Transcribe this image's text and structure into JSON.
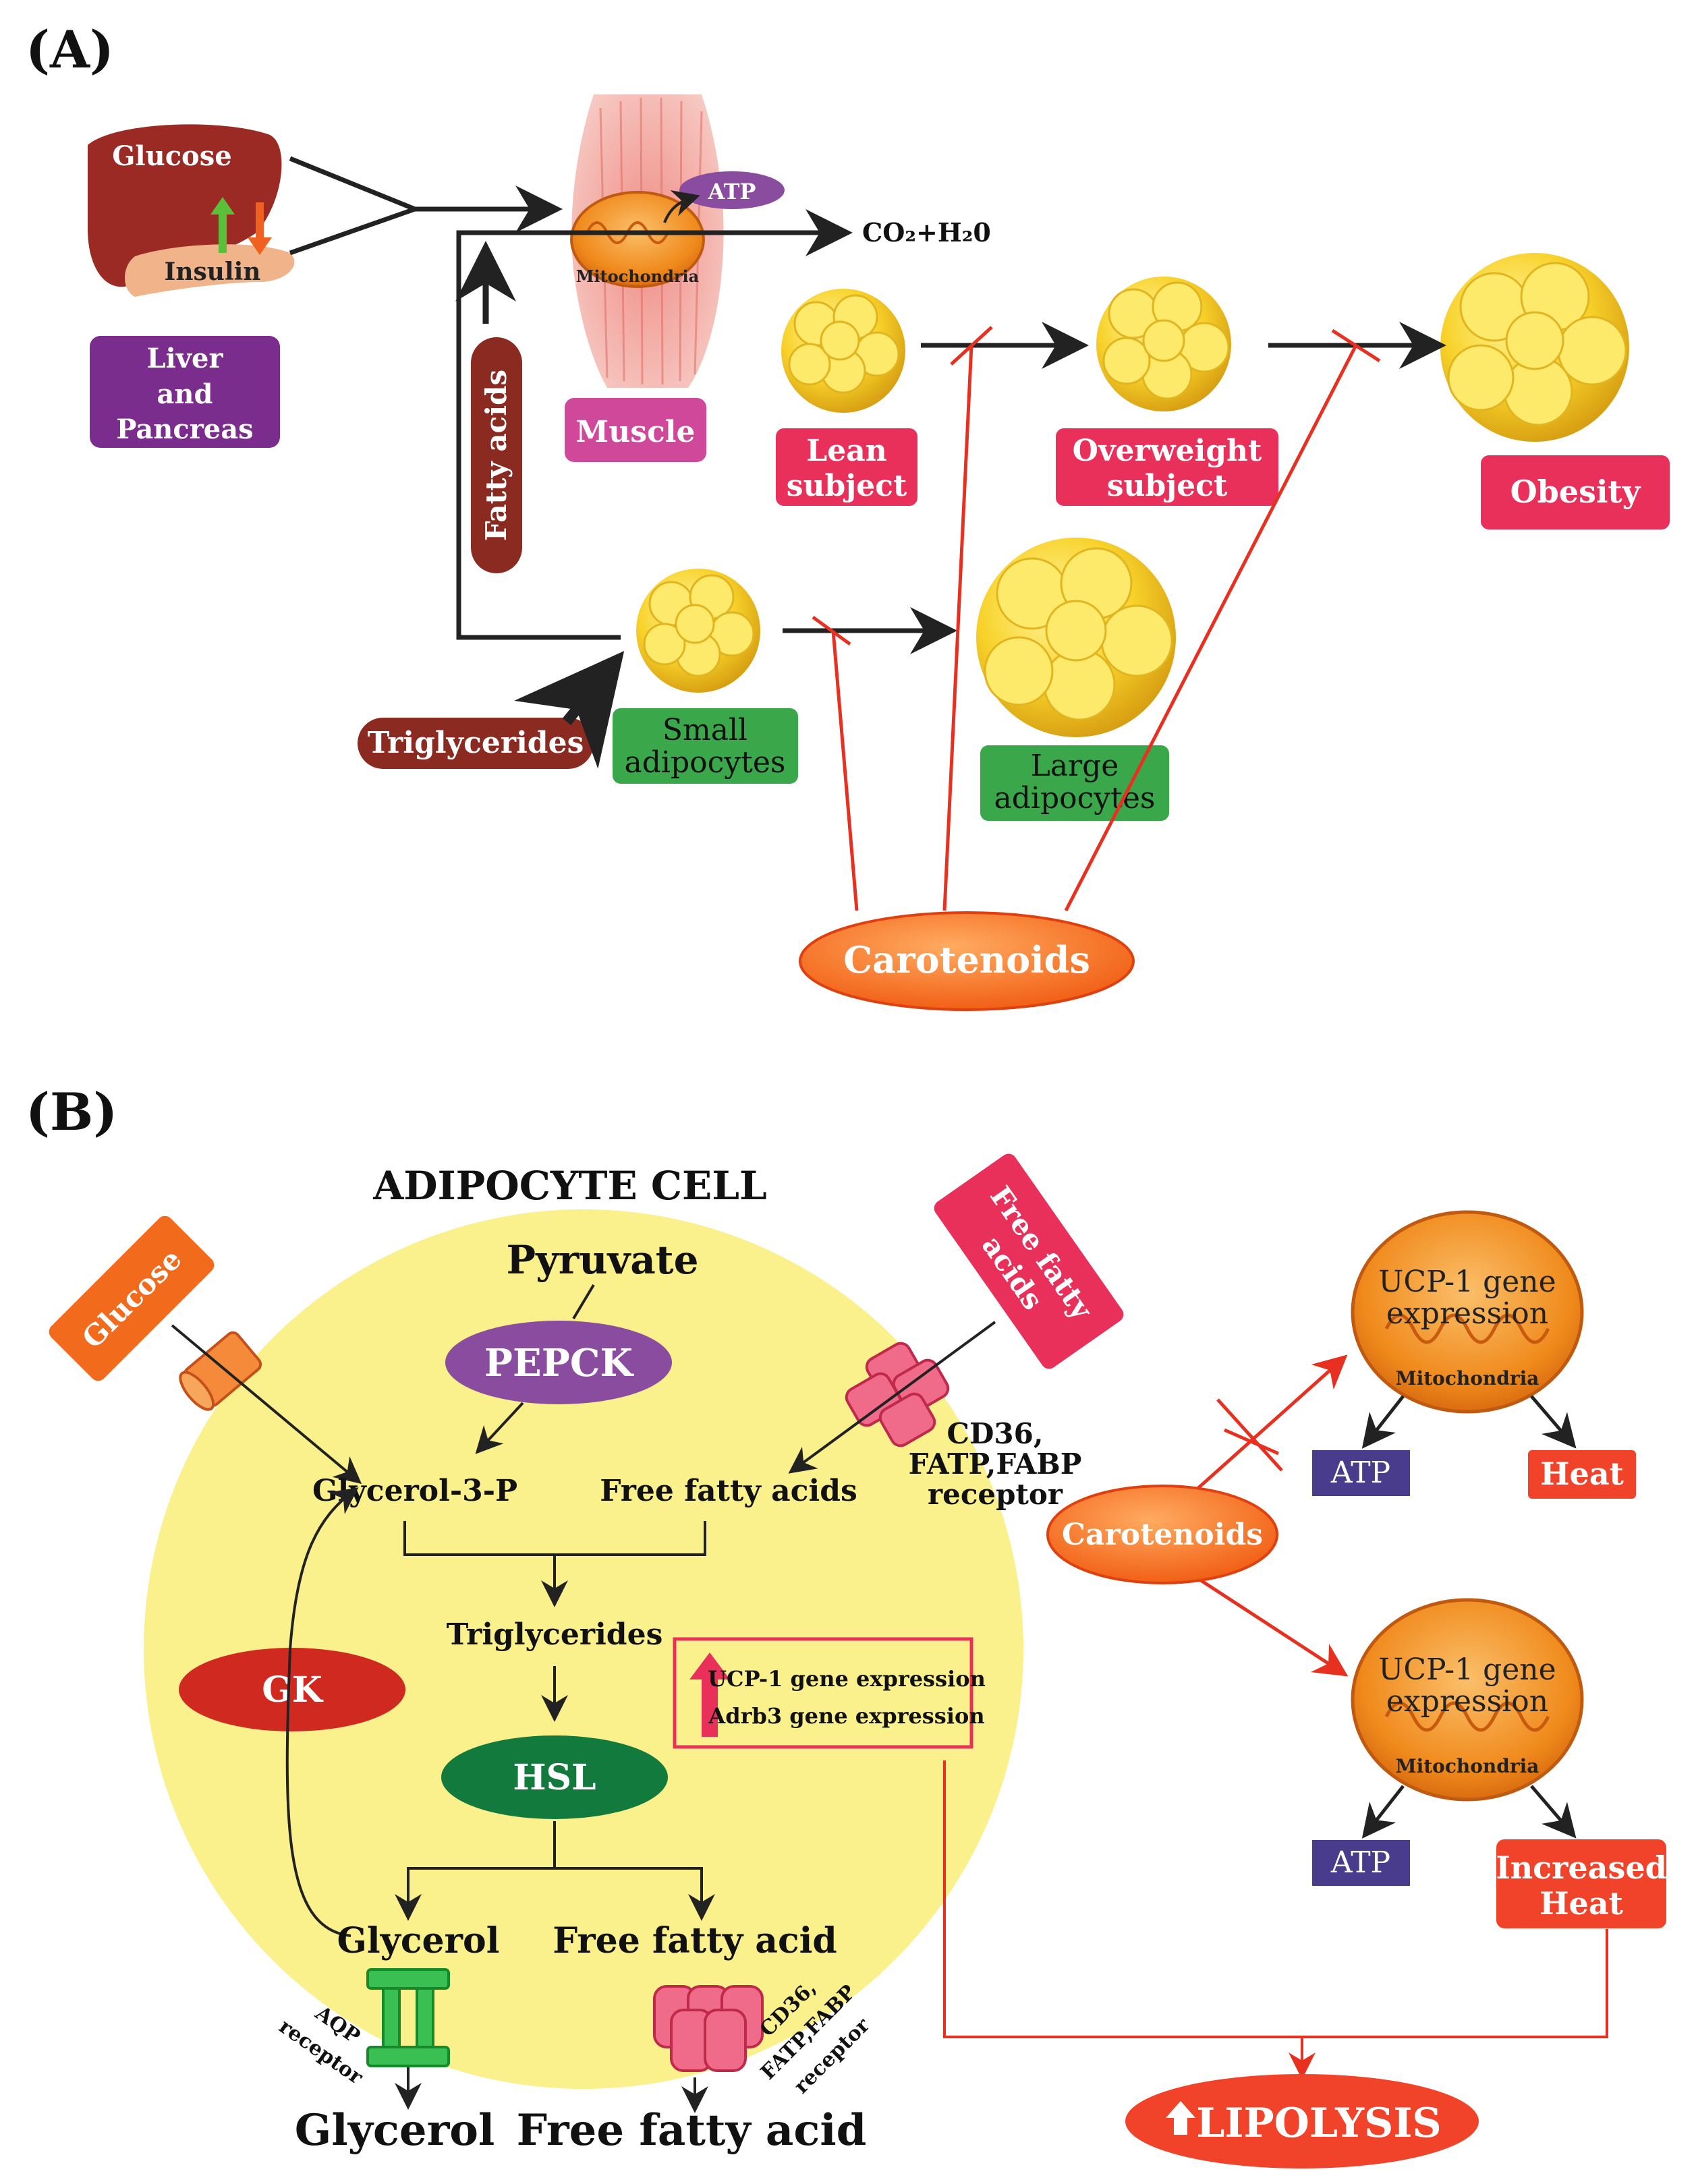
{
  "panelA": {
    "label": "(A)",
    "liver_pancreas": {
      "glucose": "Glucose",
      "insulin": "Insulin",
      "box_lines": [
        "Liver",
        "and",
        "Pancreas"
      ]
    },
    "muscle": {
      "atp": "ATP",
      "mitochondria": "Mitochondria",
      "label": "Muscle",
      "co2": "CO₂+H₂0"
    },
    "fatty_acids": "Fatty acids",
    "triglycerides": "Triglycerides",
    "lean": [
      "Lean",
      "subject"
    ],
    "overweight": [
      "Overweight",
      "subject"
    ],
    "obesity": "Obesity",
    "small_adipocytes": [
      "Small",
      "adipocytes"
    ],
    "large_adipocytes": [
      "Large",
      "adipocytes"
    ],
    "carotenoids": "Carotenoids"
  },
  "panelB": {
    "label": "(B)",
    "title": "ADIPOCYTE CELL",
    "glucose": "Glucose",
    "pyruvate": "Pyruvate",
    "pepck": "PEPCK",
    "free_fatty_acids_box": [
      "Free fatty",
      "acids"
    ],
    "receptor_top": [
      "CD36,",
      "FATP,FABP",
      "receptor"
    ],
    "glycerol3p": "Glycerol-3-P",
    "ffa_inside": "Free fatty acids",
    "triglycerides": "Triglycerides",
    "gk": "GK",
    "hsl": "HSL",
    "ucp_box": [
      "UCP-1 gene expression",
      "Adrb3 gene expression"
    ],
    "glycerol_inside": "Glycerol",
    "ffa_bottom_inside": "Free fatty acid",
    "aqp": [
      "AQP",
      "receptor"
    ],
    "receptor_bottom": [
      "CD36,",
      "FATP,FABP",
      "receptor"
    ],
    "glycerol_out": "Glycerol",
    "ffa_out": "Free fatty acid",
    "mito_top": {
      "lines": [
        "UCP-1 gene",
        "expression"
      ],
      "sub": "Mitochondria"
    },
    "mito_bottom": {
      "lines": [
        "UCP-1 gene",
        "expression"
      ],
      "sub": "Mitochondria"
    },
    "atp_top": "ATP",
    "heat": "Heat",
    "carotenoids": "Carotenoids",
    "atp_bottom": "ATP",
    "increased_heat": [
      "Increased",
      "Heat"
    ],
    "lipolysis": "LIPOLYSIS"
  },
  "colors": {
    "purple_box": "#7b2d8e",
    "pink_box": "#d0489a",
    "red_box": "#e8305a",
    "green_box": "#3aa84a",
    "dark_red": "#8b2a20",
    "orange": "#f26a1b",
    "cell_yellow": "#faf08c",
    "hsl_green": "#137a3e",
    "gk_red": "#d02a20",
    "pepck_purple": "#8a4c9e",
    "atp_blue": "#4a3c8c",
    "heat_red": "#f0432a",
    "inhibit_red": "#e83020"
  }
}
